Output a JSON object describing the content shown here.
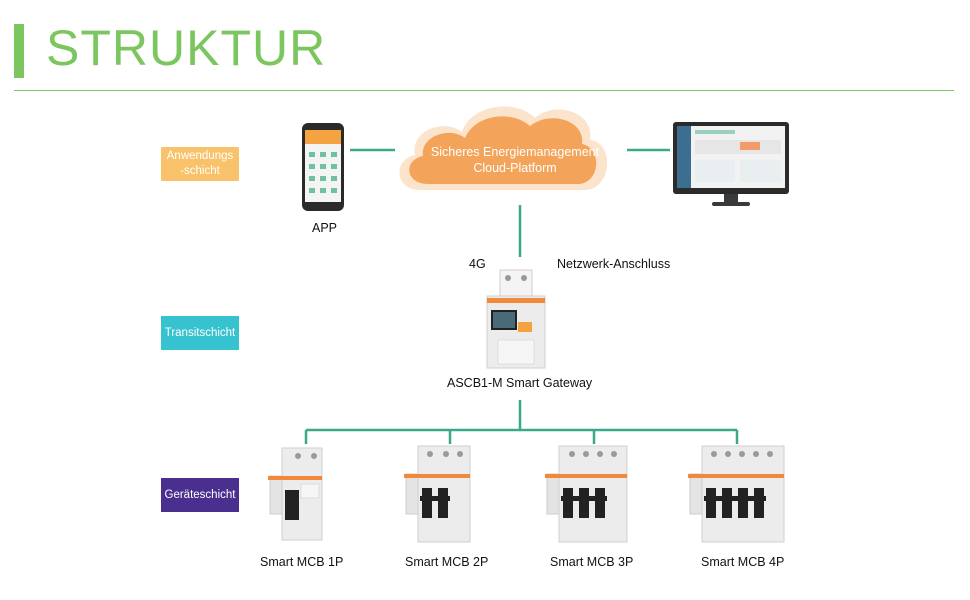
{
  "header": {
    "title": "STRUKTUR"
  },
  "layers": {
    "application": "Anwendungs\n-schicht",
    "transit": "Transitschicht",
    "device": "Geräteschicht"
  },
  "cloud": {
    "line1": "Sicheres Energiemanagement",
    "line2": "Cloud-Platform"
  },
  "labels": {
    "app": "APP",
    "link_4g": "4G",
    "link_network": "Netzwerk-Anschluss",
    "gateway": "ASCB1-M Smart Gateway"
  },
  "devices": [
    {
      "label": "Smart MCB 1P"
    },
    {
      "label": "Smart MCB 2P"
    },
    {
      "label": "Smart MCB 3P"
    },
    {
      "label": "Smart MCB 4P"
    }
  ],
  "colors": {
    "accent": "#7cc660",
    "connector": "#3aa98a",
    "cloud": "#f3a45a",
    "layer_app": "#f7c26a",
    "layer_transit": "#36c3cf",
    "layer_device": "#4b2f8f"
  }
}
